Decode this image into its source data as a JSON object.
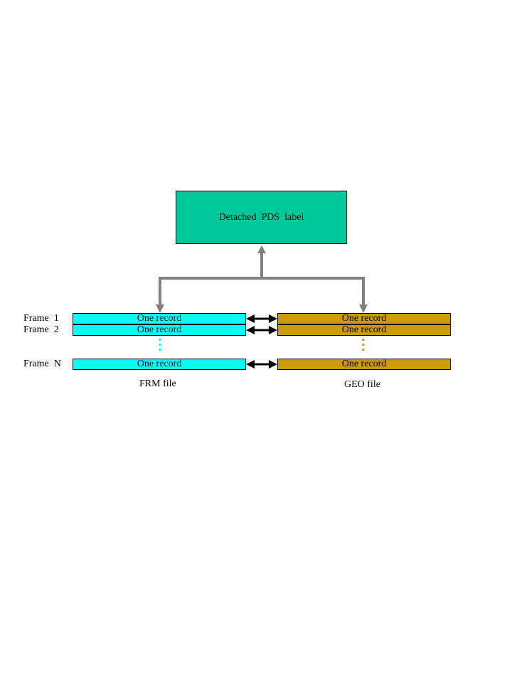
{
  "label_box": {
    "text": "Detached  PDS  label",
    "color": "#00c89a"
  },
  "frm": {
    "color": "#00ffff",
    "caption": "FRM file",
    "records": [
      "One record",
      "One record",
      "One record"
    ]
  },
  "geo": {
    "color": "#cc9900",
    "caption": "GEO file",
    "records": [
      "One record",
      "One record",
      "One record"
    ]
  },
  "frames": [
    "Frame  1",
    "Frame  2",
    "Frame  N"
  ],
  "connector_color": "#808080",
  "link_color": "#000000"
}
